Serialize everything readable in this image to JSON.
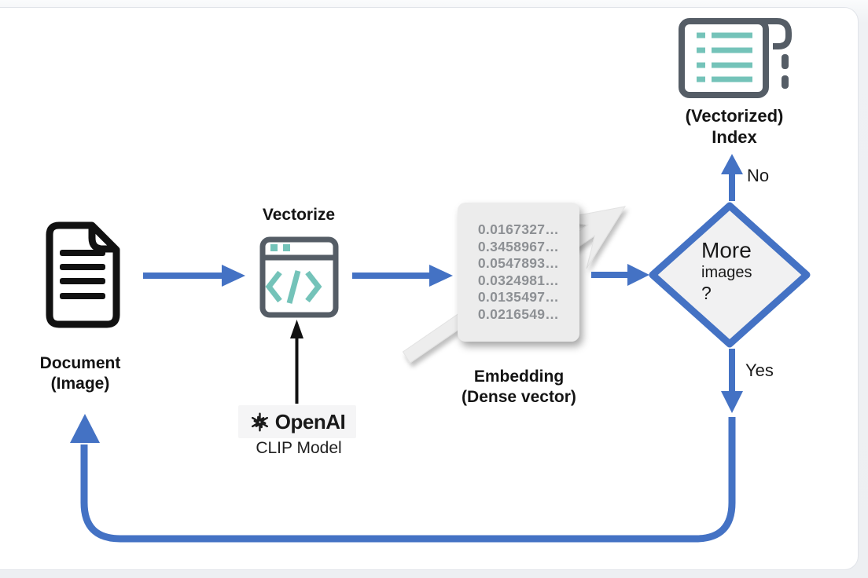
{
  "diagram": {
    "document": {
      "line1": "Document",
      "line2": "(Image)"
    },
    "vectorize": {
      "title": "Vectorize"
    },
    "model": {
      "brand": "OpenAI",
      "name": "CLIP Model"
    },
    "embedding": {
      "values": [
        "0.0167327…",
        "0.3458967…",
        "0.0547893…",
        "0.0324981…",
        "0.0135497…",
        "0.0216549…"
      ],
      "line1": "Embedding",
      "line2": "(Dense vector)"
    },
    "decision": {
      "line1": "More",
      "line2": "images",
      "line3": "?"
    },
    "index": {
      "line1": "(Vectorized)",
      "line2": "Index"
    },
    "edges": {
      "no": "No",
      "yes": "Yes"
    }
  },
  "colors": {
    "arrow_blue": "#4472C4",
    "teal": "#74C3B9",
    "slate": "#555D66",
    "value_gray": "#8D9094",
    "icon_black": "#111111"
  }
}
